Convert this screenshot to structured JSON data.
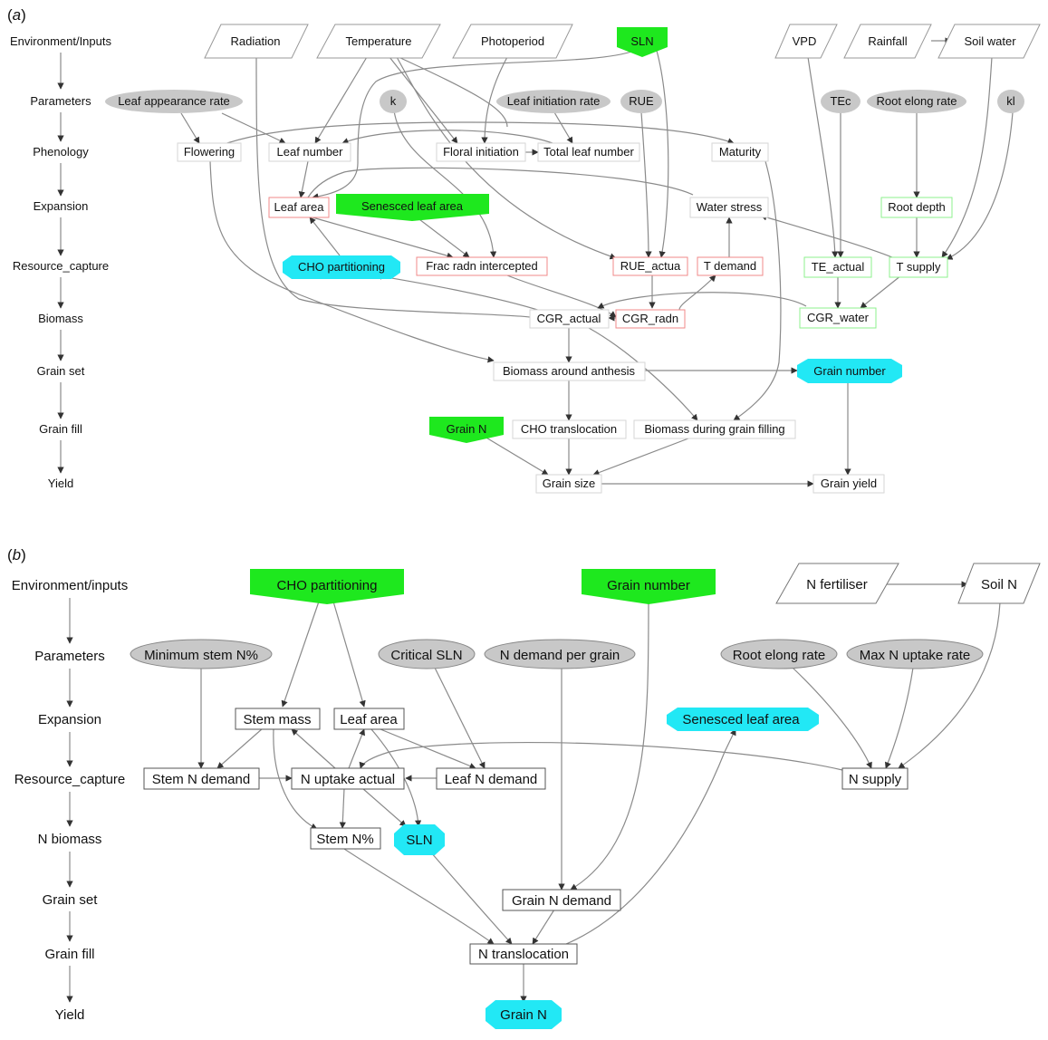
{
  "panel_a": {
    "label_prefix": "(",
    "label_letter": "a",
    "label_suffix": ")",
    "levels": [
      "Environment/Inputs",
      "Parameters",
      "Phenology",
      "Expansion",
      "Resource_capture",
      "Biomass",
      "Grain set",
      "Grain fill",
      "Yield"
    ],
    "nodes": {
      "radiation": "Radiation",
      "temperature": "Temperature",
      "photoperiod": "Photoperiod",
      "sln": "SLN",
      "vpd": "VPD",
      "rainfall": "Rainfall",
      "soil_water": "Soil water",
      "leaf_appearance_rate": "Leaf appearance rate",
      "k": "k",
      "leaf_initiation_rate": "Leaf initiation rate",
      "rue": "RUE",
      "tec": "TEc",
      "root_elong_rate": "Root elong rate",
      "kl": "kl",
      "flowering": "Flowering",
      "leaf_number": "Leaf number",
      "floral_initiation": "Floral initiation",
      "total_leaf_number": "Total leaf number",
      "maturity": "Maturity",
      "leaf_area": "Leaf area",
      "senesced_leaf_area": "Senesced leaf area",
      "water_stress": "Water stress",
      "root_depth": "Root depth",
      "cho_partitioning": "CHO partitioning",
      "frac_radn_intercepted": "Frac radn intercepted",
      "rue_actua": "RUE_actua",
      "t_demand": "T demand",
      "te_actual": "TE_actual",
      "t_supply": "T supply",
      "cgr_actual": "CGR_actual",
      "cgr_radn": "CGR_radn",
      "cgr_water": "CGR_water",
      "biomass_around_anthesis": "Biomass around anthesis",
      "grain_number": "Grain number",
      "grain_n": "Grain N",
      "cho_translocation": "CHO translocation",
      "biomass_during_grain_filling": "Biomass during grain filling",
      "grain_size": "Grain size",
      "grain_yield": "Grain yield"
    }
  },
  "panel_b": {
    "label_prefix": "(",
    "label_letter": "b",
    "label_suffix": ")",
    "levels": [
      "Environment/inputs",
      "Parameters",
      "Expansion",
      "Resource_capture",
      "N biomass",
      "Grain set",
      "Grain fill",
      "Yield"
    ],
    "nodes": {
      "cho_partitioning": "CHO partitioning",
      "grain_number": "Grain number",
      "n_fertiliser": "N fertiliser",
      "soil_n": "Soil N",
      "minimum_stem_n": "Minimum stem N%",
      "critical_sln": "Critical SLN",
      "n_demand_per_grain": "N demand per grain",
      "root_elong_rate": "Root elong rate",
      "max_n_uptake_rate": "Max N uptake rate",
      "stem_mass": "Stem mass",
      "leaf_area": "Leaf area",
      "senesced_leaf_area": "Senesced leaf area",
      "stem_n_demand": "Stem N demand",
      "n_uptake_actual": "N uptake actual",
      "leaf_n_demand": "Leaf N demand",
      "n_supply": "N supply",
      "stem_n_pct": "Stem N%",
      "sln": "SLN",
      "grain_n_demand": "Grain N demand",
      "n_translocation": "N translocation",
      "grain_n": "Grain N"
    }
  },
  "colors": {
    "param_fill": "#c8c8c8",
    "green_fill": "#1ee81e",
    "cyan_fill": "#22e8f5",
    "red_border": "#f08a8a",
    "green_border": "#8ef08e",
    "edge": "#8a8a8a",
    "box_border_light": "#d6d6d6",
    "box_border_dark": "#555555"
  }
}
